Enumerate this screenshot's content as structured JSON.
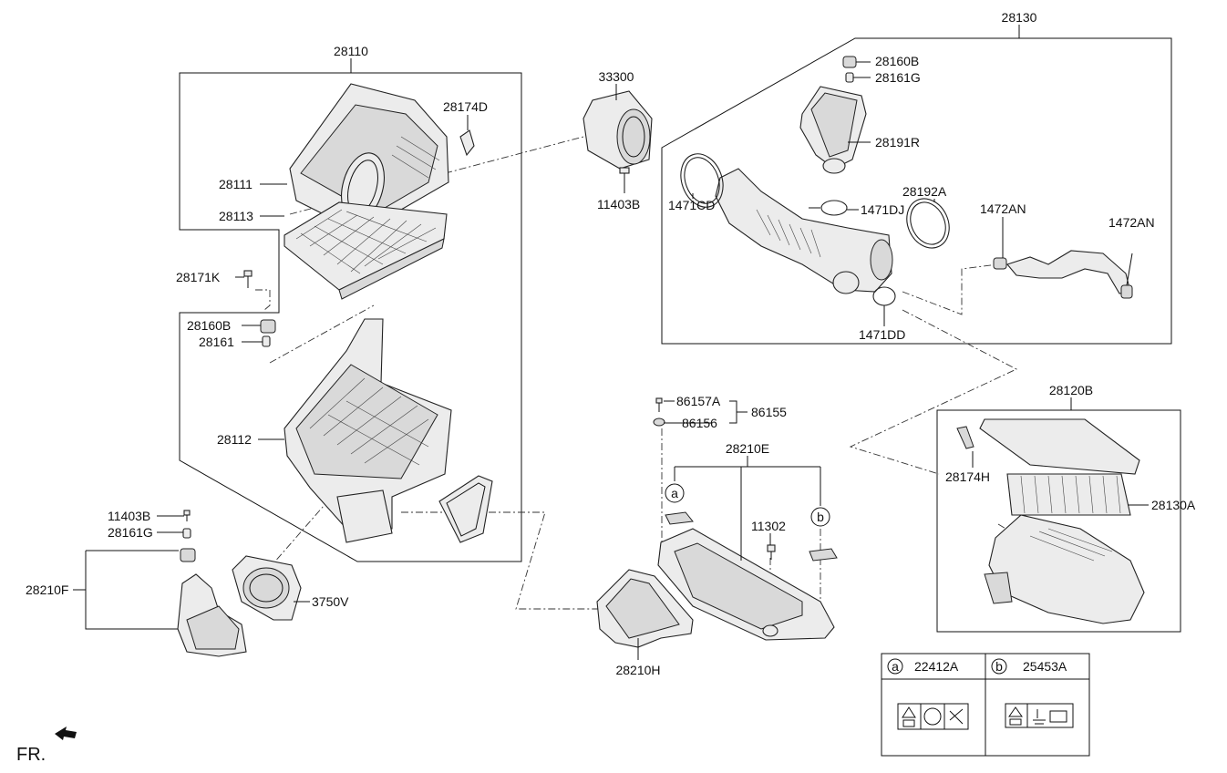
{
  "diagram": {
    "labels": {
      "p28130": "28130",
      "p28110": "28110",
      "p33300": "33300",
      "p28174D": "28174D",
      "p28111": "28111",
      "p11403B_top": "11403B",
      "p28113": "28113",
      "p28171K": "28171K",
      "p28160B_left": "28160B",
      "p28161": "28161",
      "p28112": "28112",
      "p11403B_low": "11403B",
      "p28161G_low": "28161G",
      "p28210F": "28210F",
      "p3750V": "3750V",
      "p28160B_right": "28160B",
      "p28161G_right": "28161G",
      "p28191R": "28191R",
      "p1471DJ": "1471DJ",
      "p1471CD": "1471CD",
      "p28192A": "28192A",
      "p1472AN_a": "1472AN",
      "p1472AN_b": "1472AN",
      "p1471DD": "1471DD",
      "p86157A": "86157A",
      "p86155": "86155",
      "p86156": "86156",
      "p28210E": "28210E",
      "p11302": "11302",
      "p28210H": "28210H",
      "p28120B": "28120B",
      "p28174H": "28174H",
      "p28130A": "28130A",
      "callout_a": "a",
      "callout_b": "b"
    },
    "legend": {
      "a_marker": "a",
      "a_part": "22412A",
      "b_marker": "b",
      "b_part": "25453A"
    },
    "front_indicator": "FR."
  }
}
